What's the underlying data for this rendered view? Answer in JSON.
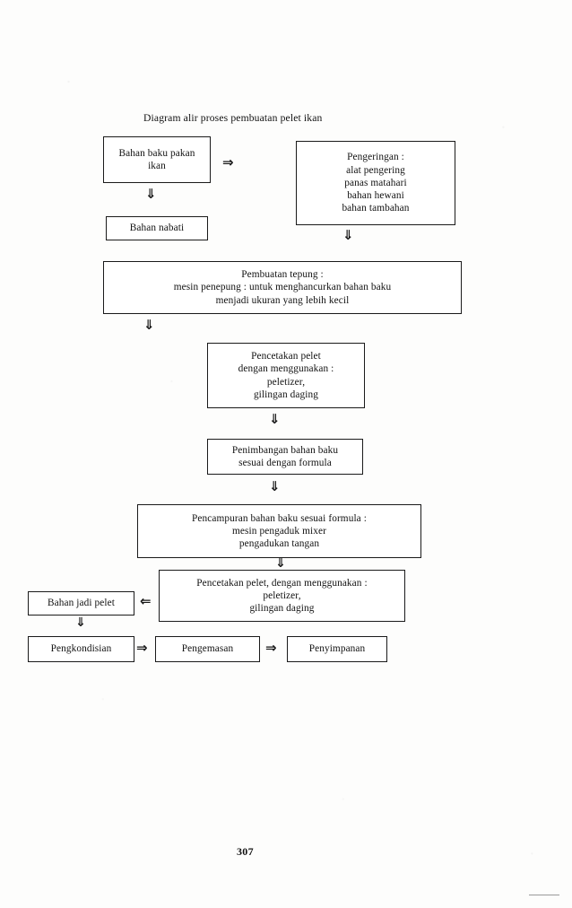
{
  "document": {
    "page_number": "307",
    "diagram_title": "Diagram alir proses pembuatan pelet ikan"
  },
  "diagram": {
    "type": "flowchart",
    "nodes": [
      {
        "id": "bahan-baku-pakan-ikan",
        "lines": [
          "Bahan baku pakan",
          "ikan"
        ]
      },
      {
        "id": "pengeringan",
        "lines": [
          "Pengeringan :",
          "alat pengering",
          "panas matahari",
          "bahan hewani",
          "bahan tambahan"
        ]
      },
      {
        "id": "bahan-nabati",
        "lines": [
          "Bahan nabati"
        ]
      },
      {
        "id": "pembuatan-tepung",
        "lines": [
          "Pembuatan tepung :",
          "mesin penepung : untuk menghancurkan bahan baku",
          "menjadi ukuran yang lebih kecil"
        ]
      },
      {
        "id": "pencetakan-pelet",
        "lines": [
          "Pencetakan pelet",
          "dengan menggunakan :",
          "peletizer,",
          "gilingan daging"
        ]
      },
      {
        "id": "penimbangan-bahan-baku",
        "lines": [
          "Penimbangan bahan baku",
          "sesuai dengan formula"
        ]
      },
      {
        "id": "pencampuran-bahan-baku",
        "lines": [
          "Pencampuran bahan baku sesuai formula :",
          "mesin pengaduk mixer",
          "pengadukan tangan"
        ]
      },
      {
        "id": "pencetakan-pelet-2",
        "lines": [
          "Pencetakan pelet, dengan menggunakan :",
          "peletizer,",
          "gilingan daging"
        ]
      },
      {
        "id": "bahan-jadi-pelet",
        "lines": [
          "Bahan jadi pelet"
        ]
      },
      {
        "id": "pengkondisian",
        "lines": [
          "Pengkondisian"
        ]
      },
      {
        "id": "pengemasan",
        "lines": [
          "Pengemasan"
        ]
      },
      {
        "id": "penyimpanan",
        "lines": [
          "Penyimpanan"
        ]
      }
    ],
    "arrows": [
      {
        "id": "arrow-baku-to-pengeringan",
        "glyph": "⇒",
        "direction": "right"
      },
      {
        "id": "arrow-baku-to-nabati",
        "glyph": "⇓",
        "direction": "down"
      },
      {
        "id": "arrow-pengeringan-to-tepung",
        "glyph": "⇓",
        "direction": "down"
      },
      {
        "id": "arrow-tepung-to-pencetakan",
        "glyph": "⇓",
        "direction": "down"
      },
      {
        "id": "arrow-pencetakan-to-penimbangan",
        "glyph": "⇓",
        "direction": "down"
      },
      {
        "id": "arrow-penimbangan-to-pencampuran",
        "glyph": "⇓",
        "direction": "down"
      },
      {
        "id": "arrow-pencampuran-to-pencetakan2",
        "glyph": "⇓",
        "direction": "down"
      },
      {
        "id": "arrow-pencetakan2-to-bahanjadi",
        "glyph": "⇐",
        "direction": "left"
      },
      {
        "id": "arrow-bahanjadi-to-pengkondisian",
        "glyph": "⇓",
        "direction": "down"
      },
      {
        "id": "arrow-pengkondisian-to-pengemasan",
        "glyph": "⇒",
        "direction": "right"
      },
      {
        "id": "arrow-pengemasan-to-penyimpanan",
        "glyph": "⇒",
        "direction": "right"
      }
    ]
  }
}
